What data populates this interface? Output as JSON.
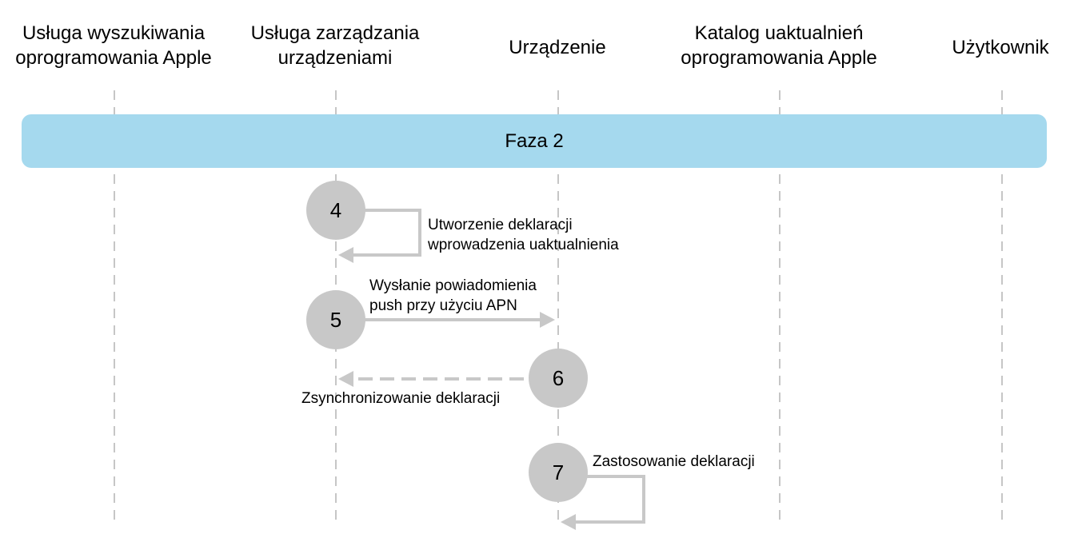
{
  "columns": [
    {
      "id": "search",
      "title": "Usługa wyszukiwania\noprogramowania Apple"
    },
    {
      "id": "mdm",
      "title": "Usługa zarządzania\nurządzeniami"
    },
    {
      "id": "device",
      "title": "Urządzenie"
    },
    {
      "id": "catalog",
      "title": "Katalog uaktualnień\noprogramowania Apple"
    },
    {
      "id": "user",
      "title": "Użytkownik"
    }
  ],
  "phase": {
    "label": "Faza 2",
    "color": "#a5d9ee"
  },
  "steps": [
    {
      "number": "4",
      "label": "Utworzenie deklaracji\nwprowadzenia uaktualnienia",
      "arrow": "self-loop"
    },
    {
      "number": "5",
      "label": "Wysłanie powiadomienia\npush przy użyciu APN",
      "arrow": "solid"
    },
    {
      "number": "6",
      "label": "Zsynchronizowanie deklaracji",
      "arrow": "dashed"
    },
    {
      "number": "7",
      "label": "Zastosowanie deklaracji",
      "arrow": "self-loop"
    }
  ],
  "colors": {
    "circle": "#c8c8c8",
    "arrow": "#c8c8c8",
    "lifeline": "#b3b3b3",
    "phase": "#a5d9ee"
  }
}
